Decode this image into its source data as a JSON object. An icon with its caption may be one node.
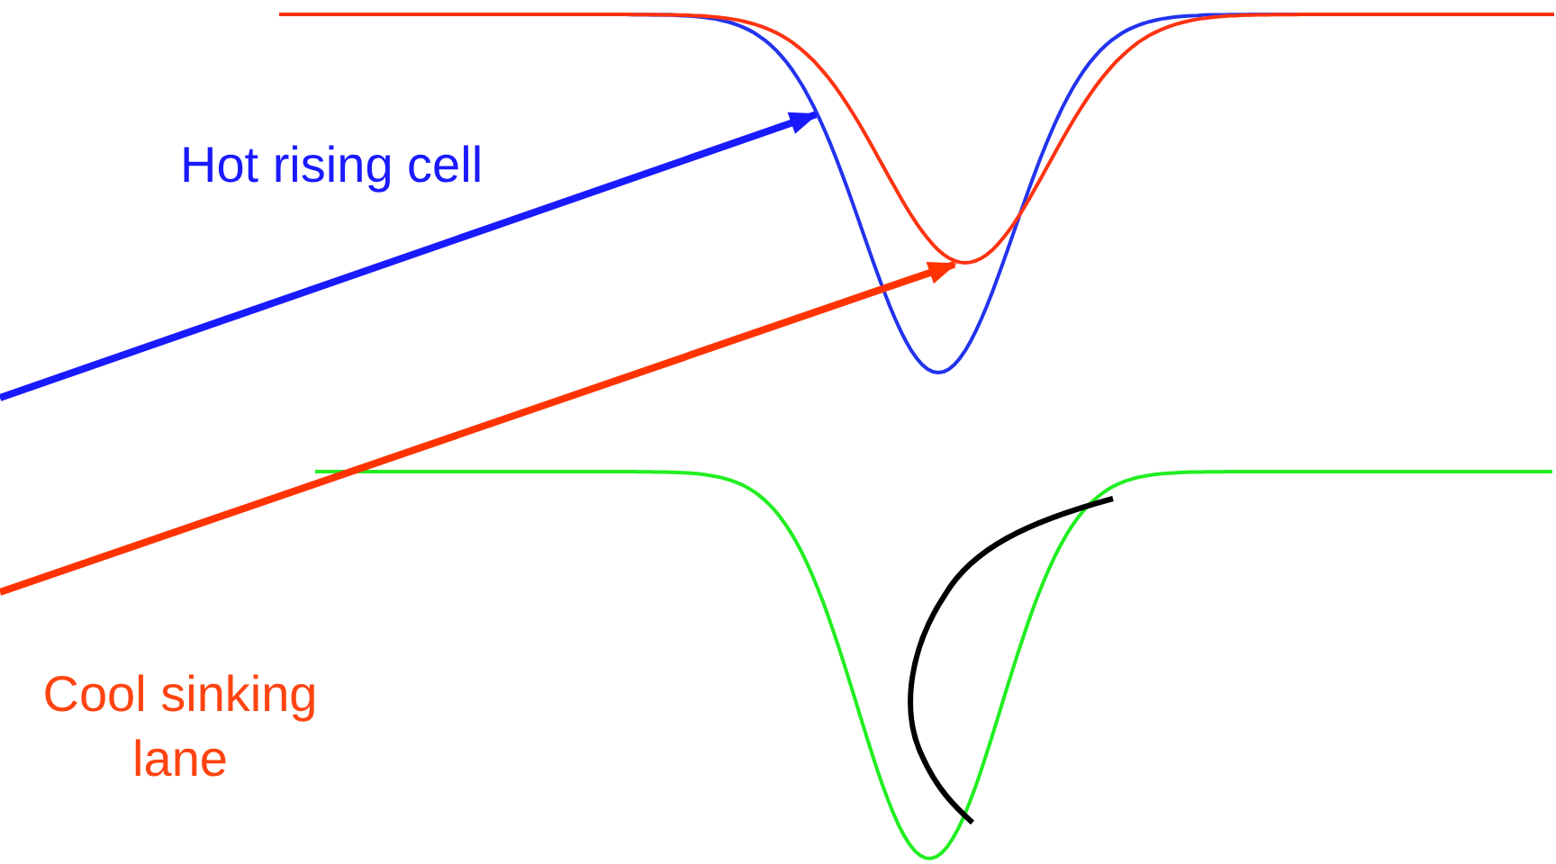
{
  "diagram": {
    "nodes": [
      {
        "text": [],
        "shape": "curve"
      },
      {
        "text": [],
        "shape": "curve"
      }
    ],
    "edges": [
      {
        "from": null,
        "to": 0,
        "arrow": "to",
        "color": "#1a1aff"
      },
      {
        "from": null,
        "to": 1,
        "arrow": "to",
        "color": "#ff3300"
      }
    ],
    "labels": [
      "Hot rising cell",
      "Cool sinking lane"
    ]
  }
}
